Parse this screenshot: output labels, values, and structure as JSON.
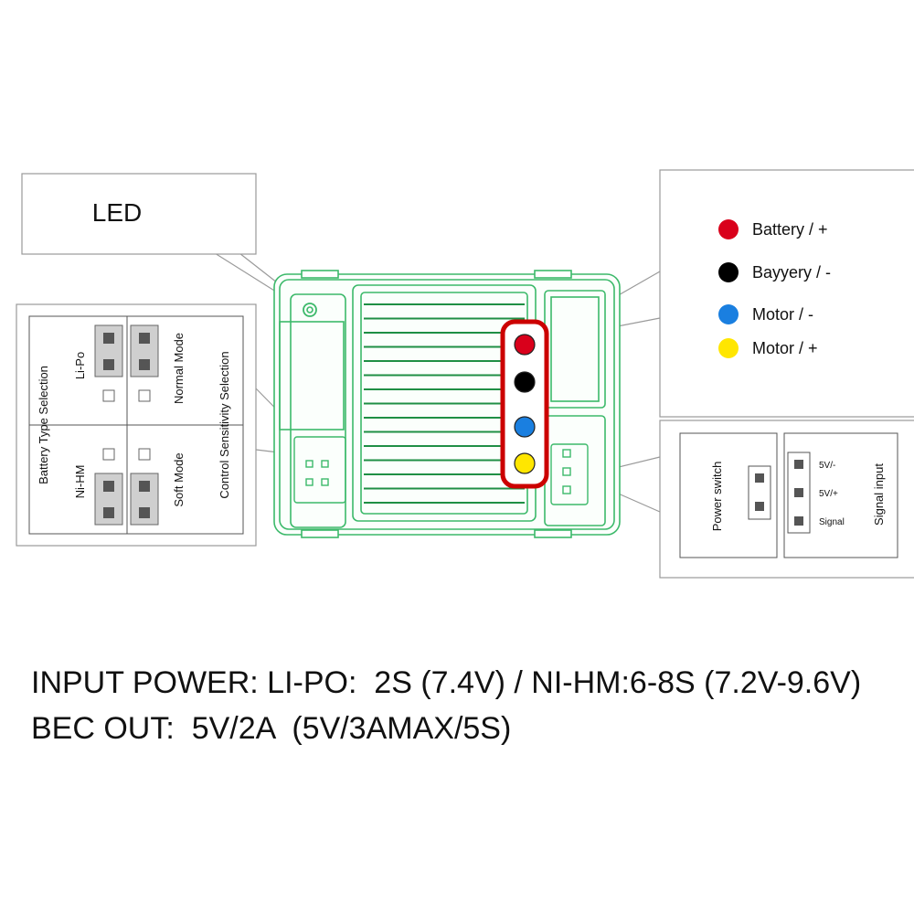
{
  "led_label": "LED",
  "wire_legend": [
    {
      "label": "Battery / +",
      "color": "#d9001b"
    },
    {
      "label": "Bayyery / -",
      "color": "#000000"
    },
    {
      "label": "Motor / -",
      "color": "#1a7fe0"
    },
    {
      "label": "Motor / +",
      "color": "#ffe600"
    }
  ],
  "jumper_panel": {
    "battery_type_title": "Battery Type Selection",
    "lipo_label": "Li-Po",
    "nihm_label": "Ni-HM",
    "normal_mode_label": "Normal Mode",
    "soft_mode_label": "Soft Mode",
    "sensitivity_title": "Control Sensitivity Selection"
  },
  "connector_panel": {
    "power_switch_label": "Power switch",
    "signal_input_label": "Signal input",
    "pins": [
      "5V/-",
      "5V/+",
      "Signal"
    ]
  },
  "specs": {
    "input_power": "INPUT POWER: LI-PO:  2S (7.4V) / NI-HM:6-8S (7.2V-9.6V)",
    "bec_out": "BEC OUT:  5V/2A  (5V/3AMAX/5S)"
  },
  "colors": {
    "board_outline": "#3cb96a",
    "highlight": "#cc0000",
    "callout_border": "#9a9a9a"
  }
}
